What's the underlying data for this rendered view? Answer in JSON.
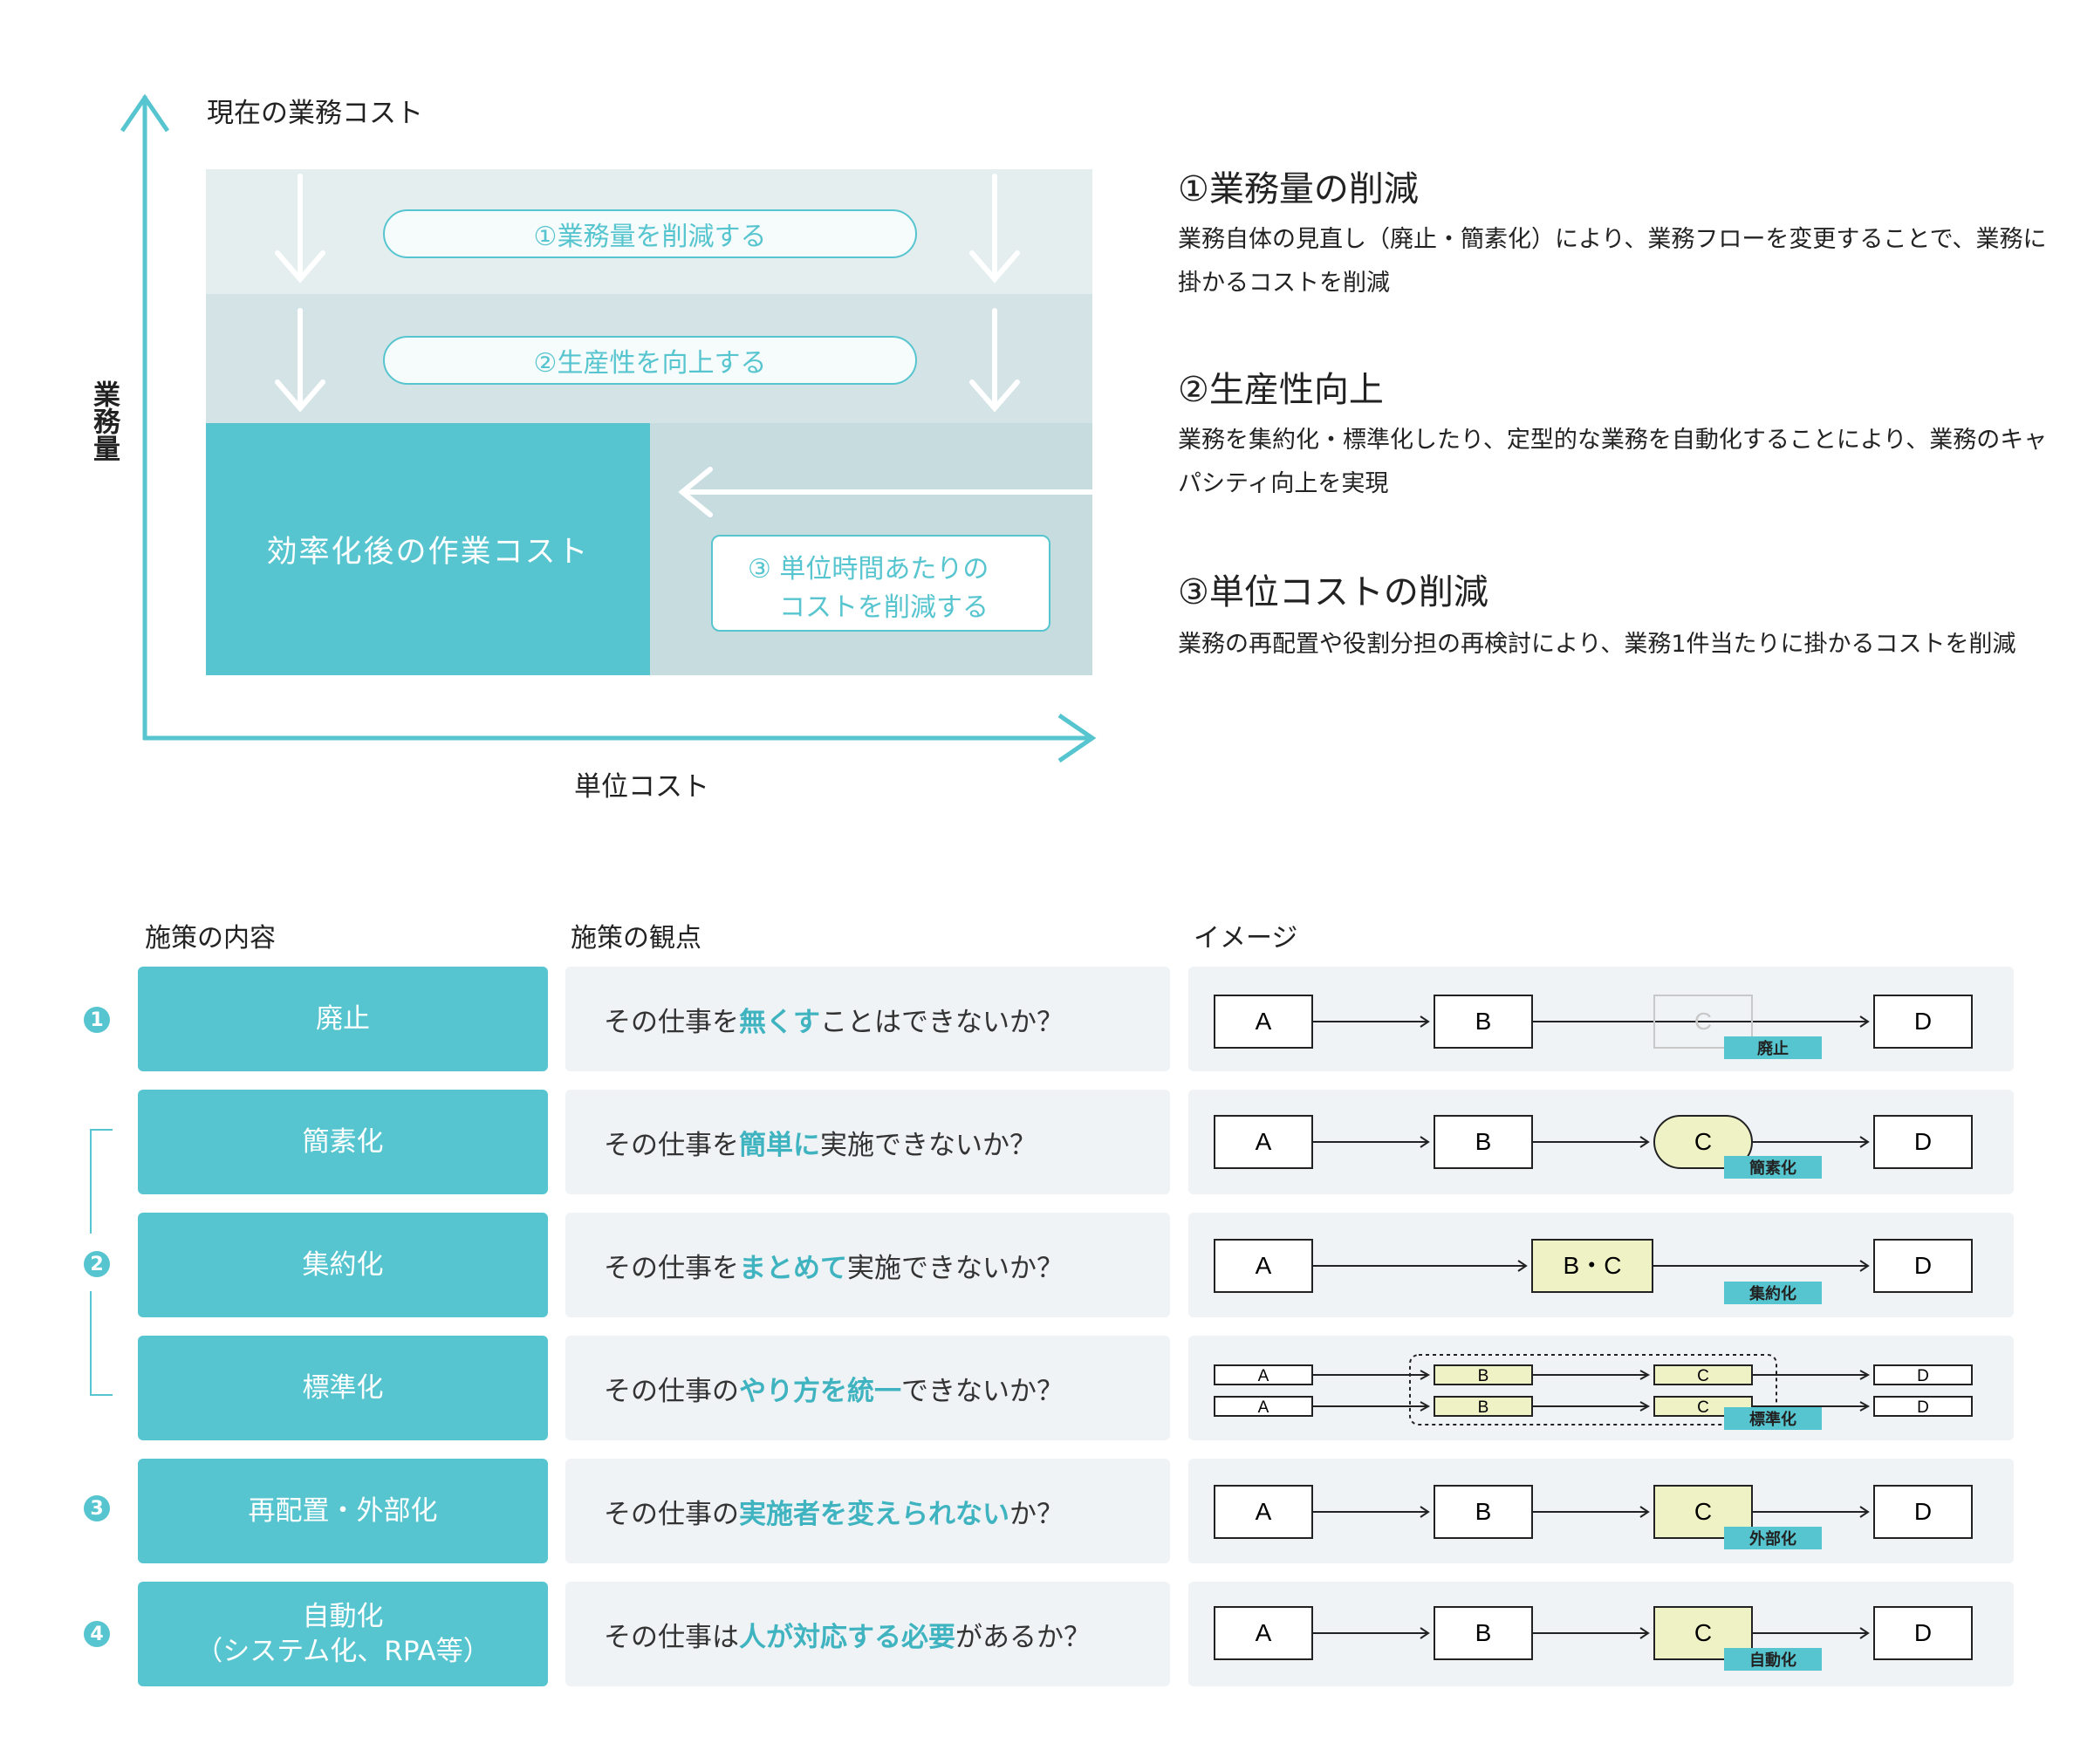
{
  "diagram": {
    "y_axis_top_label": "現在の業務コスト",
    "y_axis_label": "業務量",
    "x_axis_label": "単位コスト",
    "pill1": "①業務量を削減する",
    "pill2": "②生産性を向上する",
    "pill3_line1": "③ 単位時間あたりの",
    "pill3_line2": "コストを削減する",
    "efficient_box": "効率化後の作業コスト"
  },
  "sections": [
    {
      "title": "①業務量の削減",
      "body": "業務自体の見直し（廃止・簡素化）により、業務フローを変更することで、業務に掛かるコストを削減"
    },
    {
      "title": "②生産性向上",
      "body": "業務を集約化・標準化したり、定型的な業務を自動化することにより、業務のキャパシティ向上を実現"
    },
    {
      "title": "③単位コストの削減",
      "body": "業務の再配置や役割分担の再検討により、業務1件当たりに掛かるコストを削減"
    }
  ],
  "table": {
    "headers": {
      "content": "施策の内容",
      "viewpoint": "施策の観点",
      "image": "イメージ"
    },
    "badges": [
      "1",
      "2",
      "3",
      "4"
    ],
    "rows": [
      {
        "name": "廃止",
        "name2": "",
        "q_pre": "その仕事を",
        "q_hl": "無くす",
        "q_post": "ことはできないか？",
        "tag": "廃止"
      },
      {
        "name": "簡素化",
        "name2": "",
        "q_pre": "その仕事を",
        "q_hl": "簡単に",
        "q_post": "実施できないか？",
        "tag": "簡素化"
      },
      {
        "name": "集約化",
        "name2": "",
        "q_pre": "その仕事を",
        "q_hl": "まとめて",
        "q_post": "実施できないか？",
        "tag": "集約化"
      },
      {
        "name": "標準化",
        "name2": "",
        "q_pre": "その仕事の",
        "q_hl": "やり方を統一",
        "q_post": "できないか？",
        "tag": "標準化"
      },
      {
        "name": "再配置・外部化",
        "name2": "",
        "q_pre": "その仕事の",
        "q_hl": "実施者を変えられない",
        "q_post": "か？",
        "tag": "外部化"
      },
      {
        "name": "自動化",
        "name2": "（システム化、RPA等）",
        "q_pre": "その仕事は",
        "q_hl": "人が対応する必要",
        "q_post": "があるか？",
        "tag": "自動化"
      }
    ],
    "nodes": {
      "a": "A",
      "b": "B",
      "c": "C",
      "d": "D",
      "bc": "B・C"
    }
  },
  "colors": {
    "accent": "#57c5cf",
    "highlight_text": "#3fb4c0",
    "node_fill": "#eef2c4",
    "tag_fill": "#57c5cf"
  }
}
